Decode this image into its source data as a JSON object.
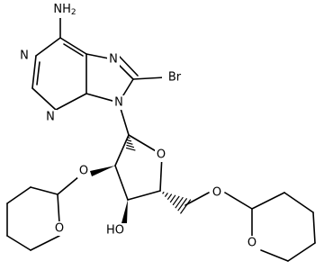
{
  "structure": {
    "atoms": {
      "amine": "NH2",
      "n1": "N",
      "n3": "N",
      "n7": "N",
      "n9": "N",
      "bromine": "Br",
      "ring_oxygen": "O",
      "ether_o2": "O",
      "ether_o5": "O",
      "thp_left_oxygen": "O",
      "thp_right_oxygen": "O",
      "hydroxyl": "HO"
    }
  },
  "colors": {
    "bond": "#000000",
    "label": "#000000",
    "background": "#ffffff"
  }
}
